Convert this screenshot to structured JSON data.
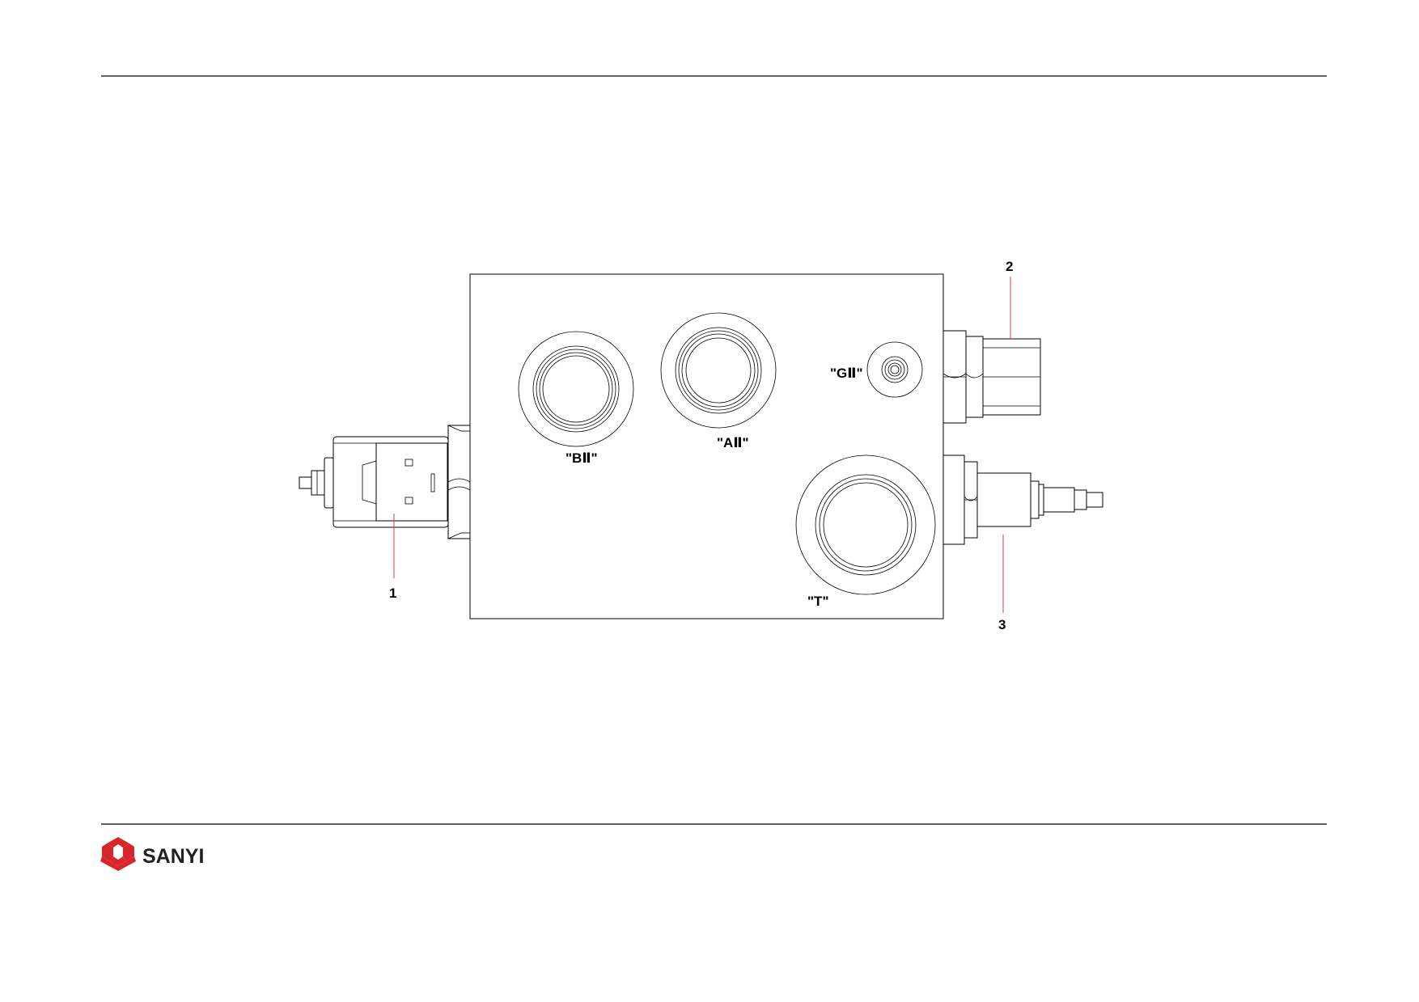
{
  "drawing": {
    "ports": {
      "b2": "\"BⅡ\"",
      "a2": "\"AⅡ\"",
      "g2": "\"GⅡ\"",
      "t": "\"T\""
    },
    "callouts": {
      "c1": "1",
      "c2": "2",
      "c3": "3"
    }
  },
  "footer": {
    "logo_text": "SANYI",
    "logo_color": "#d7262b"
  }
}
